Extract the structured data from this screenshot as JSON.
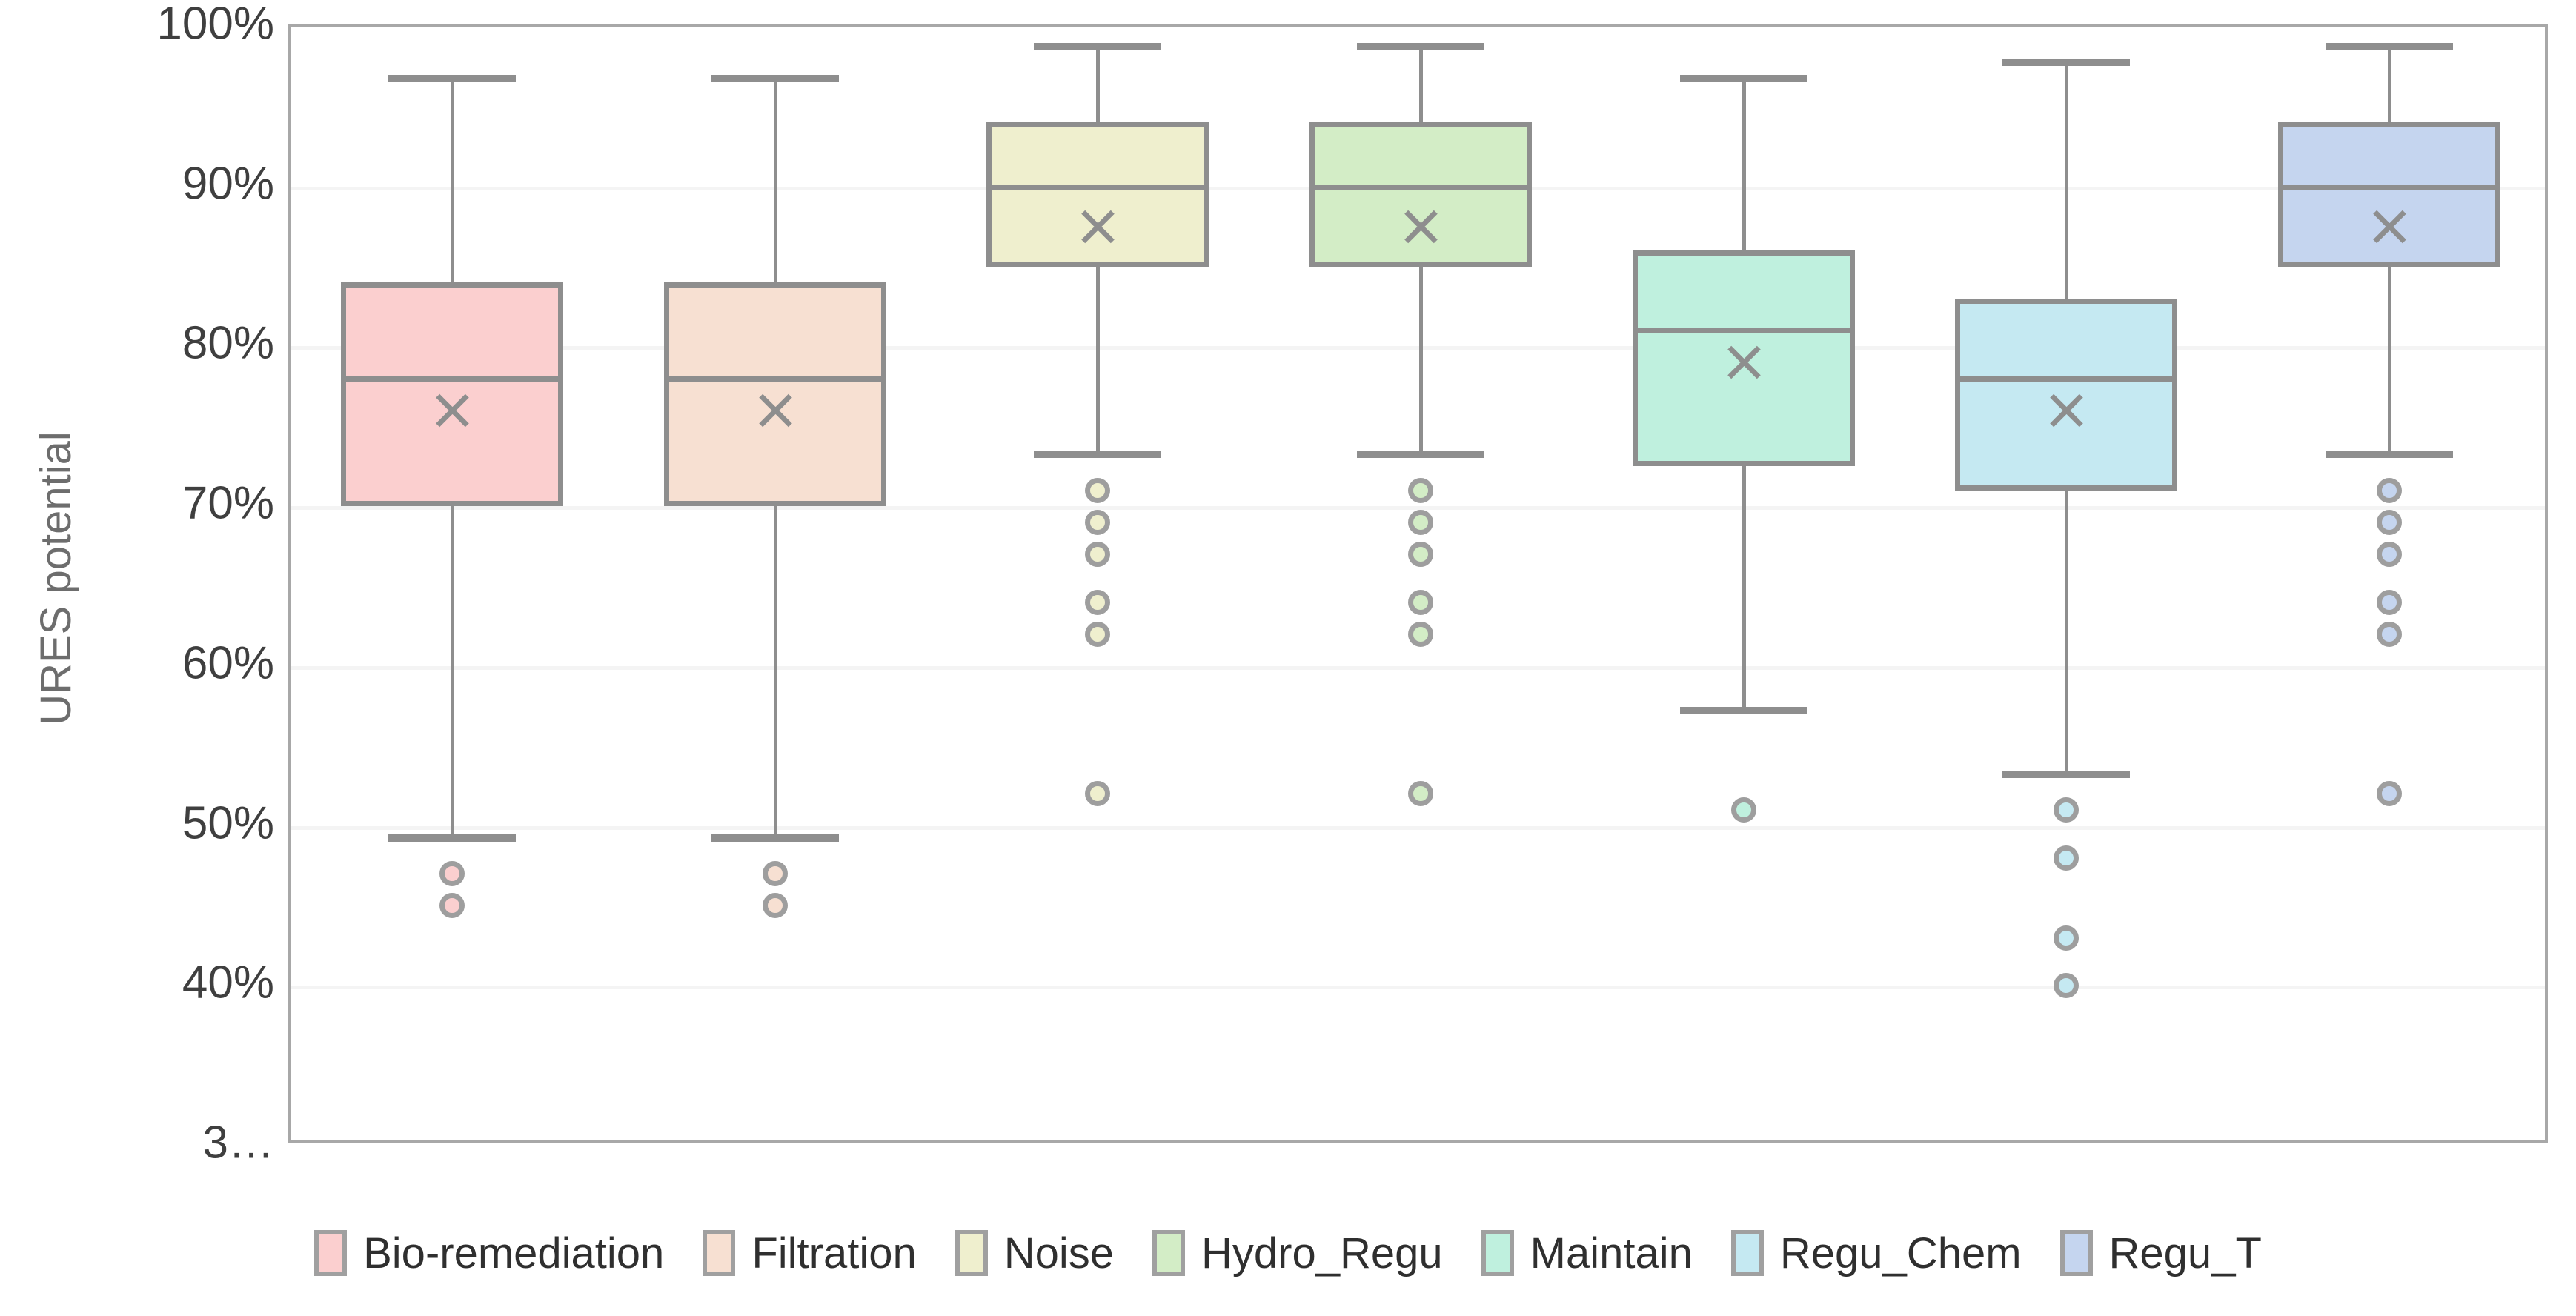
{
  "chart_data": {
    "type": "box",
    "title": "",
    "xlabel": "",
    "ylabel": "URES potential",
    "ylim": [
      30,
      100
    ],
    "grid": true,
    "legend_position": "bottom",
    "ytick_labels": [
      "100%",
      "90%",
      "80%",
      "70%",
      "60%",
      "50%",
      "40%",
      "3…"
    ],
    "ytick_values": [
      100,
      90,
      80,
      70,
      60,
      50,
      40,
      30
    ],
    "categories": [
      "Bio-remediation",
      "Filtration",
      "Noise",
      "Hydro_Regu",
      "Maintain",
      "Regu_Chem",
      "Regu_T"
    ],
    "mean_marker": "x",
    "series": [
      {
        "name": "Bio-remediation",
        "color": "#FBCFCF",
        "whisker_high": 97,
        "q3": 84,
        "median": 78,
        "q1": 70,
        "whisker_low": 49,
        "mean": 76,
        "outliers": [
          47,
          45
        ]
      },
      {
        "name": "Filtration",
        "color": "#F7E0D2",
        "whisker_high": 97,
        "q3": 84,
        "median": 78,
        "q1": 70,
        "whisker_low": 49,
        "mean": 76,
        "outliers": [
          47,
          45
        ]
      },
      {
        "name": "Noise",
        "color": "#EFEFCE",
        "whisker_high": 99,
        "q3": 94,
        "median": 90,
        "q1": 85,
        "whisker_low": 73,
        "mean": 87.5,
        "outliers": [
          71,
          69,
          67,
          64,
          62,
          52
        ]
      },
      {
        "name": "Hydro_Regu",
        "color": "#D3EDC6",
        "whisker_high": 99,
        "q3": 94,
        "median": 90,
        "q1": 85,
        "whisker_low": 73,
        "mean": 87.5,
        "outliers": [
          71,
          69,
          67,
          64,
          62,
          52
        ]
      },
      {
        "name": "Maintain",
        "color": "#BFF0DE",
        "whisker_high": 97,
        "q3": 86,
        "median": 81,
        "q1": 72.5,
        "whisker_low": 57,
        "mean": 79,
        "outliers": [
          51
        ]
      },
      {
        "name": "Regu_Chem",
        "color": "#C5E9F2",
        "whisker_high": 98,
        "q3": 83,
        "median": 78,
        "q1": 71,
        "whisker_low": 53,
        "mean": 76,
        "outliers": [
          51,
          48,
          43,
          40
        ]
      },
      {
        "name": "Regu_T",
        "color": "#C5D5EF",
        "whisker_high": 99,
        "q3": 94,
        "median": 90,
        "q1": 85,
        "whisker_low": 73,
        "mean": 87.5,
        "outliers": [
          71,
          69,
          67,
          64,
          62,
          52
        ]
      }
    ],
    "colors": {
      "outline": "#8e8e8e",
      "gridline": "#f4f4f4",
      "axis_border": "#a8a8a8",
      "tick_text": "#3f3f3f",
      "axis_title_text": "#6d6d6d",
      "legend_text": "#2f2f2f",
      "legend_swatch_border": "#a0a0a0",
      "background": "#ffffff"
    }
  },
  "axis": {
    "ylabel": "URES potential"
  }
}
